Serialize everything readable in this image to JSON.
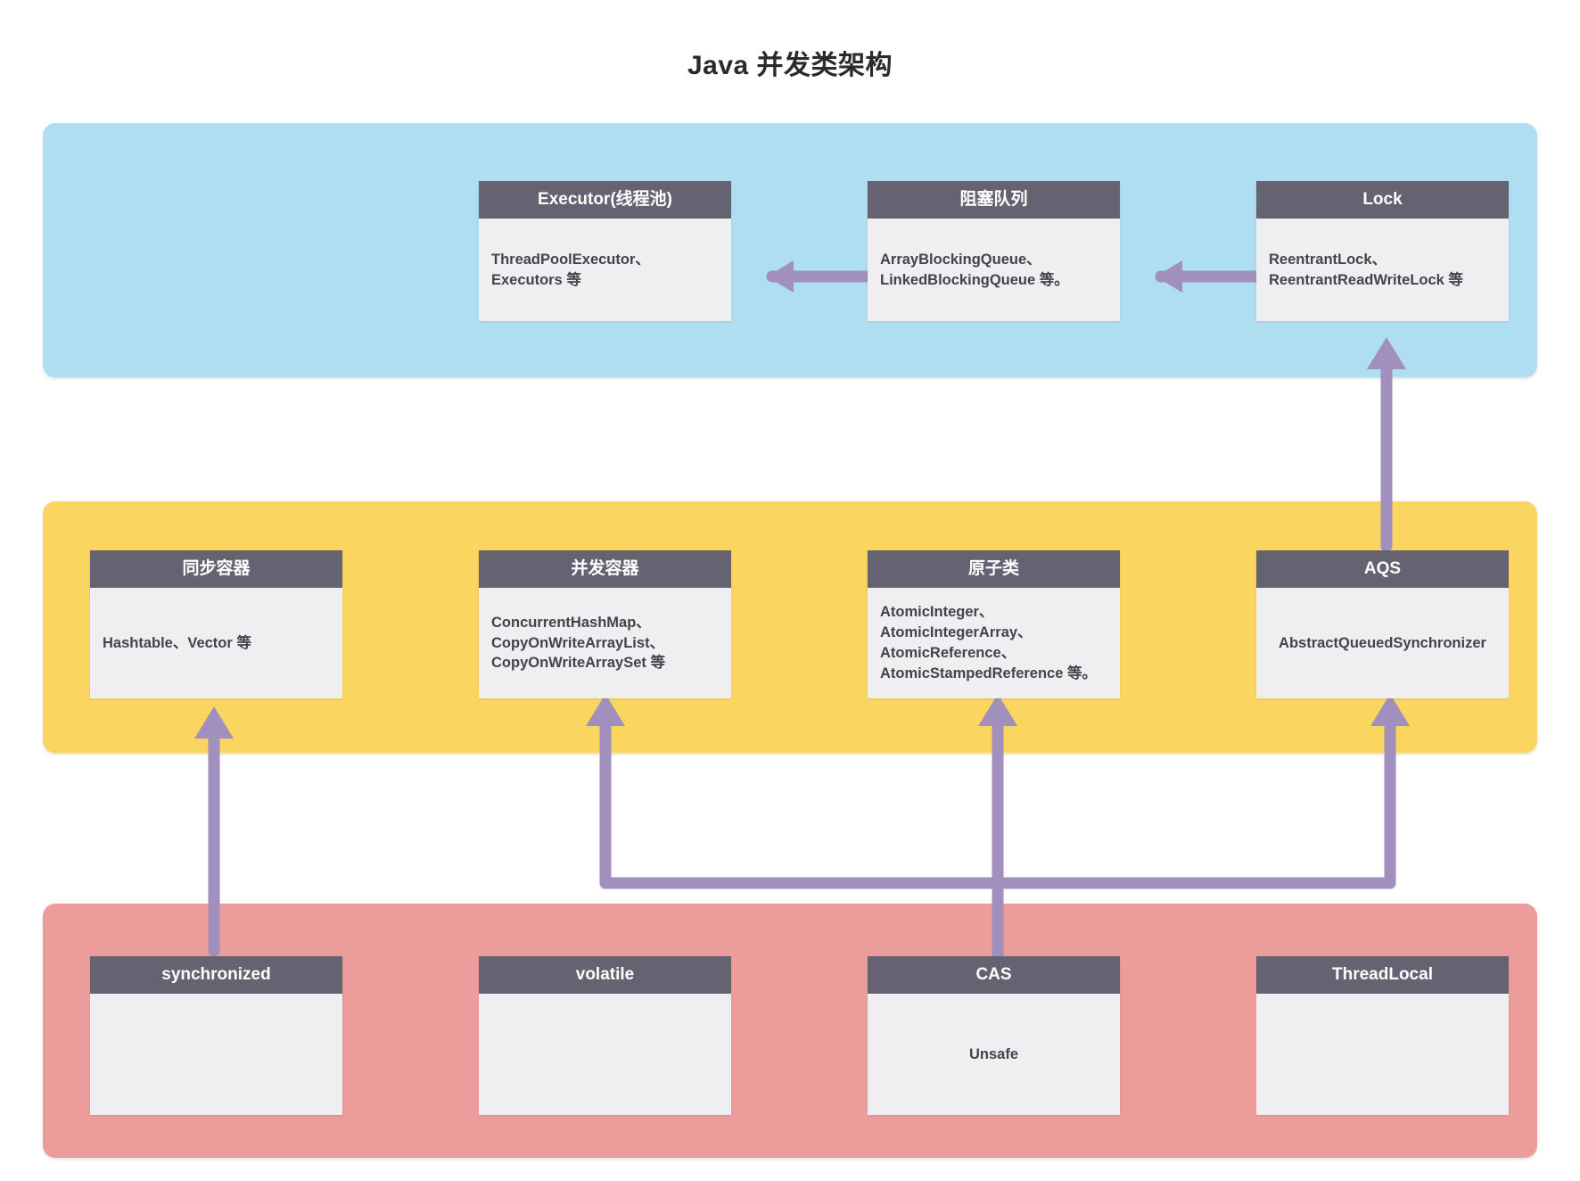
{
  "title": "Java 并发类架构",
  "colors": {
    "band_top": "#AEDEF0",
    "band_middle": "#FAD55F",
    "band_bottom": "#EC9D9B",
    "card_header": "#656272",
    "card_body": "#EFEFF1",
    "arrow": "#A18FBD"
  },
  "bands": {
    "top": {
      "name": "top-layer"
    },
    "middle": {
      "name": "middle-layer"
    },
    "bottom": {
      "name": "bottom-layer"
    }
  },
  "cards": {
    "executor": {
      "title": "Executor(线程池)",
      "lines": [
        "ThreadPoolExecutor、",
        "Executors 等"
      ]
    },
    "blocking_queue": {
      "title": "阻塞队列",
      "lines": [
        "ArrayBlockingQueue、",
        "LinkedBlockingQueue 等。"
      ]
    },
    "lock": {
      "title": "Lock",
      "lines": [
        "ReentrantLock、",
        "ReentrantReadWriteLock 等"
      ]
    },
    "sync_container": {
      "title": "同步容器",
      "lines": [
        "Hashtable、Vector 等"
      ]
    },
    "conc_container": {
      "title": "并发容器",
      "lines": [
        "ConcurrentHashMap、",
        "CopyOnWriteArrayList、",
        "CopyOnWriteArraySet 等"
      ]
    },
    "atomic": {
      "title": "原子类",
      "lines": [
        "AtomicInteger、",
        "AtomicIntegerArray、",
        "AtomicReference、",
        "AtomicStampedReference 等。"
      ]
    },
    "aqs": {
      "title": "AQS",
      "lines": [
        "AbstractQueuedSynchronizer"
      ]
    },
    "synchronized": {
      "title": "synchronized",
      "lines": []
    },
    "volatile": {
      "title": "volatile",
      "lines": []
    },
    "cas": {
      "title": "CAS",
      "lines": [
        "Unsafe"
      ]
    },
    "threadlocal": {
      "title": "ThreadLocal",
      "lines": []
    }
  },
  "arrows": [
    {
      "name": "blocking-queue-to-executor",
      "from": "blocking_queue",
      "to": "executor",
      "direction": "left"
    },
    {
      "name": "lock-to-blocking-queue",
      "from": "lock",
      "to": "blocking_queue",
      "direction": "left"
    },
    {
      "name": "aqs-to-lock",
      "from": "aqs",
      "to": "lock",
      "direction": "up"
    },
    {
      "name": "synchronized-to-sync-container",
      "from": "synchronized",
      "to": "sync_container",
      "direction": "up"
    },
    {
      "name": "cas-to-atomic",
      "from": "cas",
      "to": "atomic",
      "direction": "up"
    },
    {
      "name": "cas-to-conc-container",
      "from": "cas",
      "to": "conc_container",
      "direction": "up-left"
    },
    {
      "name": "cas-to-aqs",
      "from": "cas",
      "to": "aqs",
      "direction": "up-right"
    }
  ]
}
